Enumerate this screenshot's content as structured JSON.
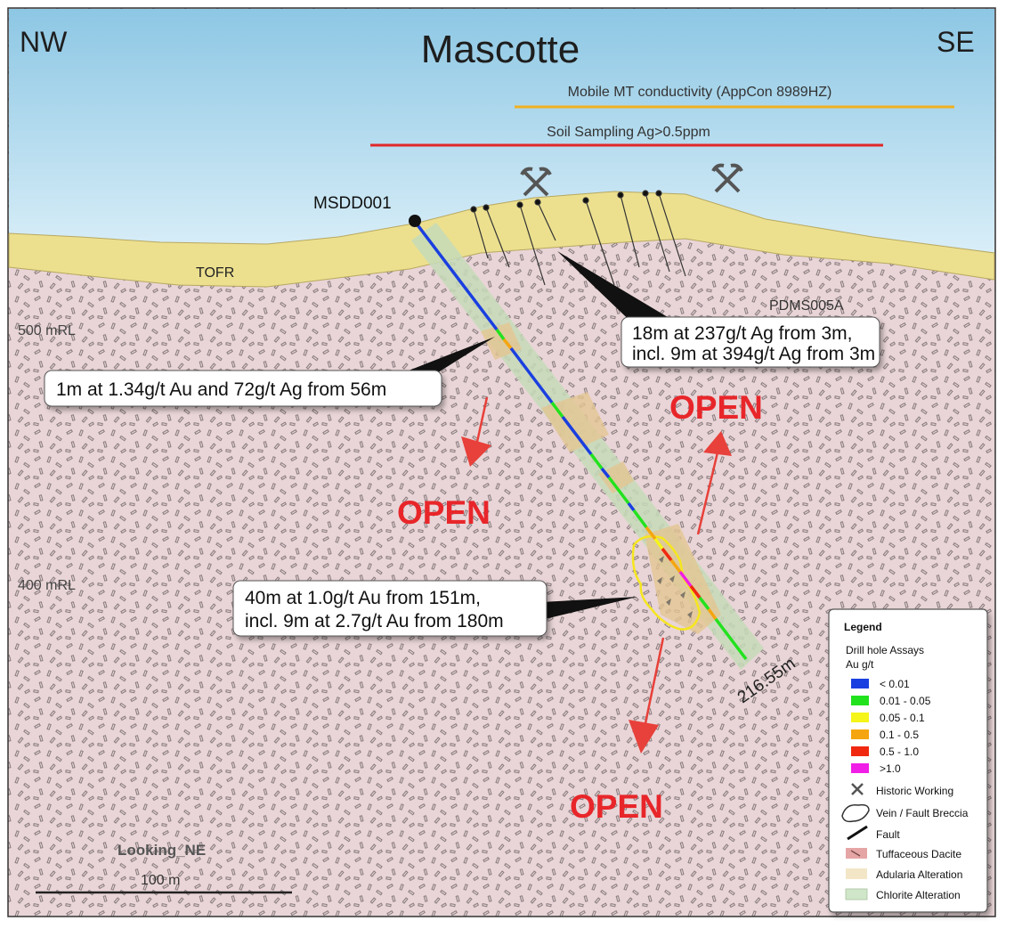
{
  "title": "Mascotte",
  "direction": {
    "left": "NW",
    "right": "SE"
  },
  "lines": {
    "mt": {
      "label": "Mobile MT conductivity (AppCon 8989HZ)",
      "color": "#f0b020"
    },
    "soil": {
      "label": "Soil Sampling Ag>0.5ppm",
      "color": "#e02828"
    }
  },
  "units": {
    "cover": "TOFR"
  },
  "drill_holes": {
    "main": "MSDD001",
    "secondary": "PDMS005A",
    "depth": "216.55m"
  },
  "rl_labels": {
    "upper": "500 mRL",
    "lower": "400 mRL"
  },
  "callouts": {
    "c1": "1m at 1.34g/t Au and 72g/t Ag from 56m",
    "c2_line1": "18m at 237g/t Ag from 3m,",
    "c2_line2": "incl. 9m at 394g/t Ag from 3m",
    "c3_line1": "40m at 1.0g/t Au from 151m,",
    "c3_line2": "incl. 9m at 2.7g/t Au from 180m"
  },
  "open_labels": [
    "OPEN",
    "OPEN",
    "OPEN"
  ],
  "view": "Looking_NE",
  "scale_bar": "100 m",
  "legend": {
    "title": "Legend",
    "assay_title": "Drill hole Assays",
    "assay_unit": "Au g/t",
    "assays": [
      {
        "label": "< 0.01",
        "color": "#1a3fe0"
      },
      {
        "label": "0.01 - 0.05",
        "color": "#22e21e"
      },
      {
        "label": "0.05 - 0.1",
        "color": "#f5f51a"
      },
      {
        "label": "0.1 - 0.5",
        "color": "#f5a50f"
      },
      {
        "label": "0.5 - 1.0",
        "color": "#f0280f"
      },
      {
        "label": ">1.0",
        "color": "#f01ee6"
      }
    ],
    "symbols": [
      {
        "label": "Historic Working",
        "icon": "pickaxe-icon"
      },
      {
        "label": "Vein / Fault Breccia",
        "icon": "breccia-icon"
      },
      {
        "label": "Fault",
        "icon": "fault-line-icon"
      },
      {
        "label": "Tuffaceous Dacite",
        "color": "#e6a5a5"
      },
      {
        "label": "Adularia Alteration",
        "color": "#f3e6c6"
      },
      {
        "label": "Chlorite Alteration",
        "color": "#cfe6c8"
      }
    ]
  },
  "colors": {
    "sky": "#b5dcef",
    "cover": "#ecdf8f",
    "dacite": "#e9d4d6",
    "chlorite": "#c9dcbe",
    "adularia": "#e6c99a",
    "arrow": "#e8403a"
  }
}
